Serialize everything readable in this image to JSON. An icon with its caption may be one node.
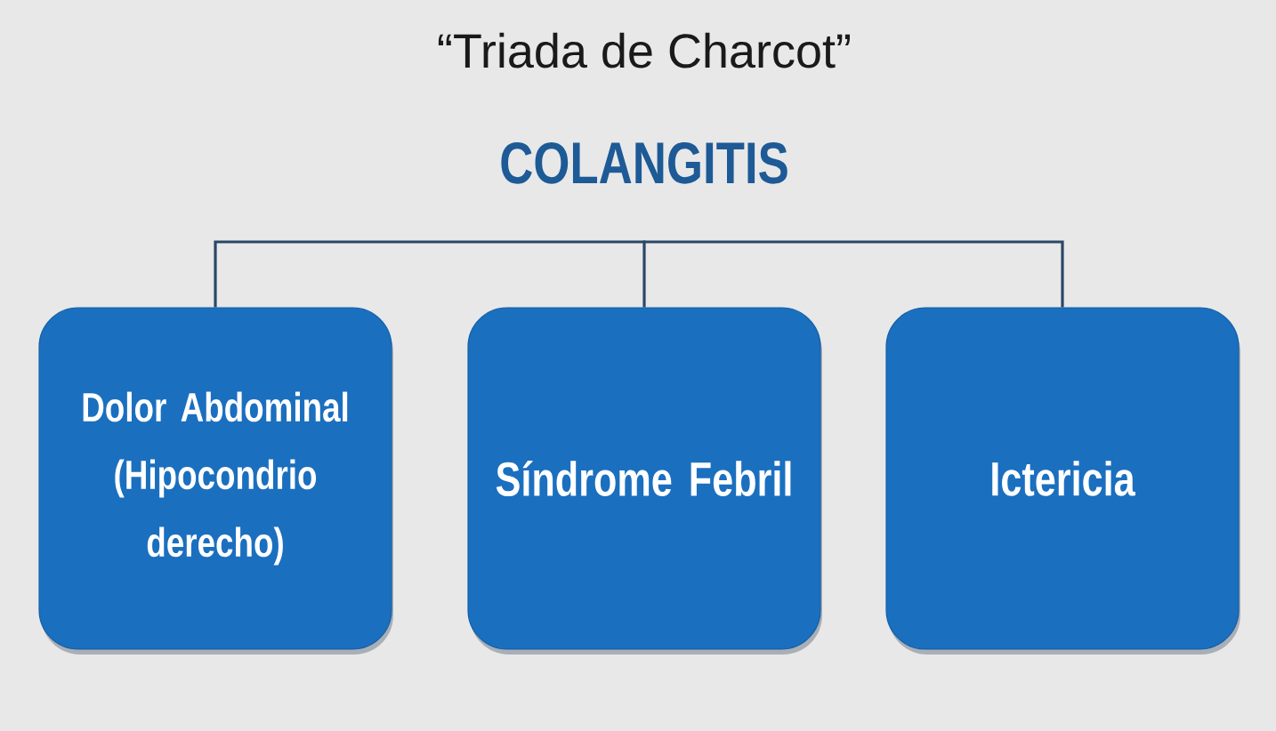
{
  "diagram": {
    "title": "“Triada de Charcot”",
    "nodes": [
      {
        "text": [
          "COLANGITIS"
        ]
      },
      {
        "text": [
          "Dolor Abdominal (Hipocondrio derecho)"
        ]
      },
      {
        "text": [
          "Síndrome Febril"
        ]
      },
      {
        "text": [
          "Ictericia"
        ]
      }
    ],
    "edges": [
      {
        "from": 0,
        "to": 1,
        "arrow": "none"
      },
      {
        "from": 0,
        "to": 2,
        "arrow": "none"
      },
      {
        "from": 0,
        "to": 3,
        "arrow": "none"
      }
    ]
  }
}
